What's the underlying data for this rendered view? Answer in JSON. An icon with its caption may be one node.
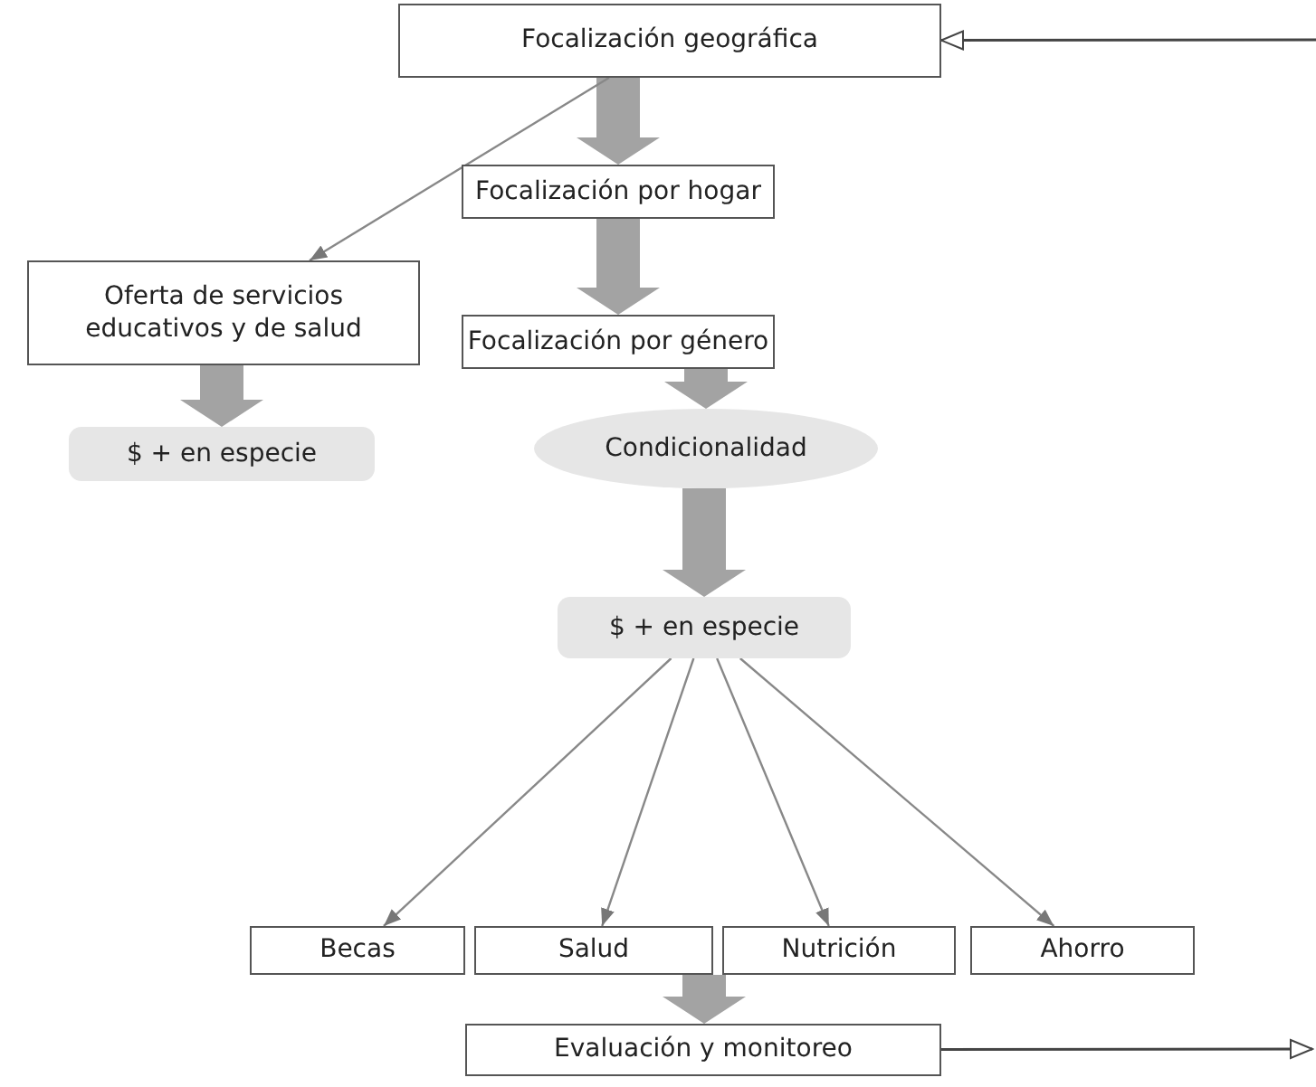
{
  "diagram": {
    "nodes": [
      {
        "text": [
          "Focalización geográfica"
        ]
      },
      {
        "text": [
          "Focalización por hogar"
        ]
      },
      {
        "text": [
          "Focalización por género"
        ]
      },
      {
        "text": [
          "Condicionalidad"
        ]
      },
      {
        "text": [
          "$ + en especie"
        ]
      },
      {
        "text": [
          "Oferta de servicios educativos y de salud"
        ]
      },
      {
        "text": [
          "$ + en especie"
        ]
      },
      {
        "text": [
          "Becas"
        ]
      },
      {
        "text": [
          "Salud"
        ]
      },
      {
        "text": [
          "Nutrición"
        ]
      },
      {
        "text": [
          "Ahorro"
        ]
      },
      {
        "text": [
          "Evaluación y monitoreo"
        ]
      }
    ],
    "edges": [
      {
        "from": null,
        "to": 0,
        "arrow": "to",
        "color": "#444444"
      },
      {
        "from": 0,
        "to": 1,
        "arrow": "to",
        "style": "thick"
      },
      {
        "from": 1,
        "to": 2,
        "arrow": "to",
        "style": "thick"
      },
      {
        "from": 2,
        "to": 3,
        "arrow": "to",
        "style": "thick"
      },
      {
        "from": 3,
        "to": 4,
        "arrow": "to",
        "style": "thick"
      },
      {
        "from": 0,
        "to": 5,
        "arrow": "to"
      },
      {
        "from": 5,
        "to": 6,
        "arrow": "to",
        "style": "thick"
      },
      {
        "from": 4,
        "to": 7,
        "arrow": "to"
      },
      {
        "from": 4,
        "to": 8,
        "arrow": "to"
      },
      {
        "from": 4,
        "to": 9,
        "arrow": "to"
      },
      {
        "from": 4,
        "to": 10,
        "arrow": "to"
      },
      {
        "from": 8,
        "to": 11,
        "arrow": "to",
        "style": "thick"
      },
      {
        "from": 11,
        "to": null,
        "arrow": "to",
        "color": "#444444"
      }
    ]
  }
}
